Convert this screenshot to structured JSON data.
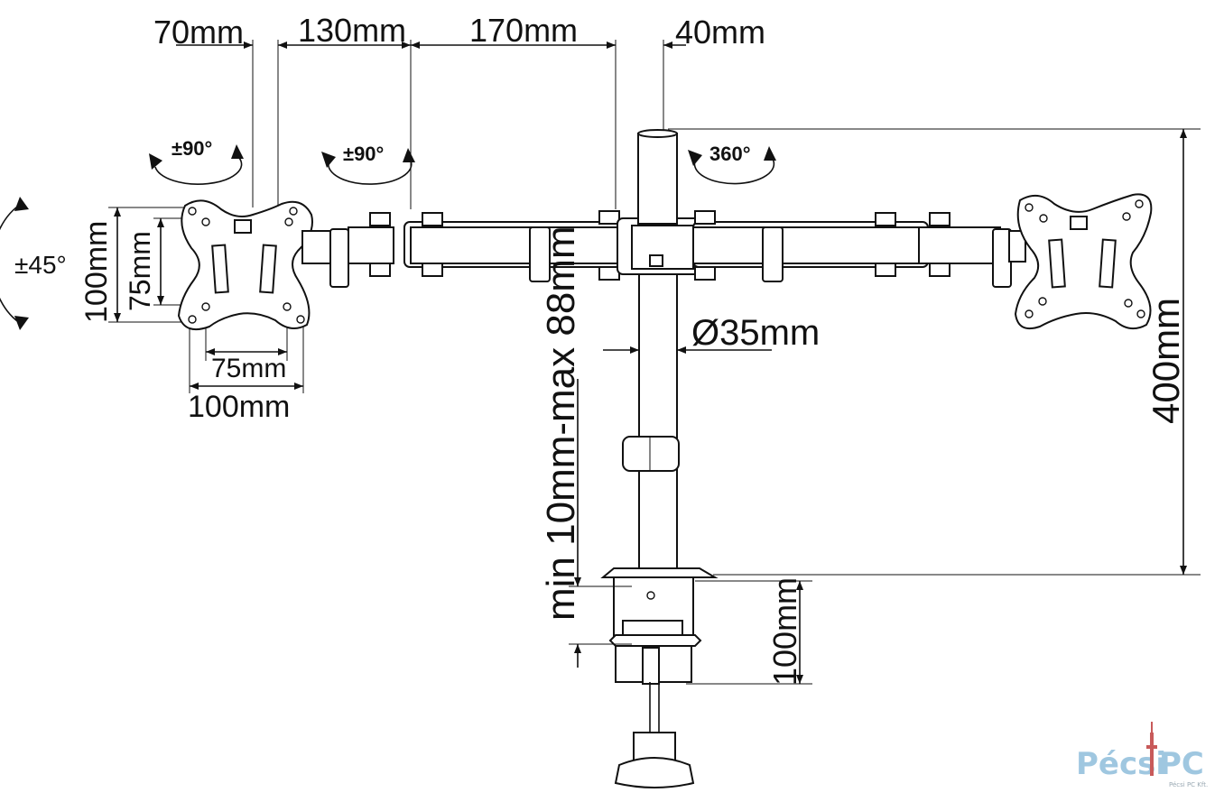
{
  "dimensions": {
    "top_70": "70mm",
    "top_130": "130mm",
    "top_170": "170mm",
    "top_40": "40mm",
    "rot_90_a": "±90°",
    "rot_90_b": "±90°",
    "rot_360": "360°",
    "tilt_45": "±45°",
    "vesa_v100": "100mm",
    "vesa_v75": "75mm",
    "vesa_h75": "75mm",
    "vesa_h100": "100mm",
    "pole_diameter": "Ø35mm",
    "desk_thickness": "min 10mm-max 88mm",
    "height_400": "400mm",
    "clamp_100": "100mm"
  },
  "logo": {
    "left": "Pécsi",
    "right": "PC",
    "subtitle": "Pécsi PC Kft."
  },
  "colors": {
    "line": "#111111",
    "logo_blue": "#9fc7e0",
    "logo_gray": "#9aa9b3"
  }
}
